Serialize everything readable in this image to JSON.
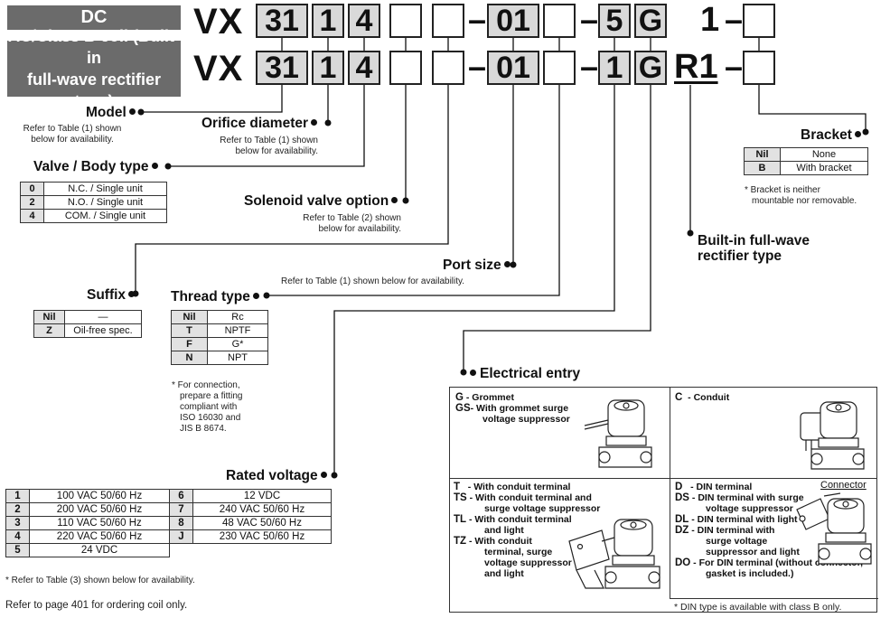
{
  "header": {
    "dc_label": "DC",
    "ac_label_1": "AC/Class B coil (Built-in",
    "ac_label_2": "full-wave rectifier type)"
  },
  "code_dc": {
    "prefix": "VX",
    "c1": "31",
    "c2": "1",
    "c3": "4",
    "dash1": "–",
    "c4": "01",
    "dash2": "–",
    "c5": "5",
    "c6": "G",
    "c7": "1",
    "dash3": "–"
  },
  "code_ac": {
    "prefix": "VX",
    "c1": "31",
    "c2": "1",
    "c3": "4",
    "dash1": "–",
    "c4": "01",
    "dash2": "–",
    "c5": "1",
    "c6": "G",
    "c7": "R1",
    "dash3": "–"
  },
  "model": {
    "title": "Model",
    "note1": "Refer to Table (1) shown",
    "note2": "below for availability."
  },
  "orifice": {
    "title": "Orifice diameter",
    "note1": "Refer to Table (1) shown",
    "note2": "below for availability."
  },
  "valve_body": {
    "title": "Valve / Body type",
    "rows": [
      {
        "k": "0",
        "v": "N.C. / Single unit"
      },
      {
        "k": "2",
        "v": "N.O. / Single unit"
      },
      {
        "k": "4",
        "v": "COM. / Single unit"
      }
    ]
  },
  "solenoid_option": {
    "title": "Solenoid valve option",
    "note1": "Refer to Table (2) shown",
    "note2": "below for availability."
  },
  "port_size": {
    "title": "Port size",
    "note": "Refer to Table (1) shown below for availability."
  },
  "suffix": {
    "title": "Suffix",
    "rows": [
      {
        "k": "Nil",
        "v": "—"
      },
      {
        "k": "Z",
        "v": "Oil-free spec."
      }
    ]
  },
  "thread": {
    "title": "Thread type",
    "rows": [
      {
        "k": "Nil",
        "v": "Rc"
      },
      {
        "k": "T",
        "v": "NPTF"
      },
      {
        "k": "F",
        "v": "G*"
      },
      {
        "k": "N",
        "v": "NPT"
      }
    ],
    "note": [
      "* For connection,",
      "prepare a fitting",
      "compliant with",
      "ISO 16030 and",
      "JIS B 8674."
    ]
  },
  "bracket": {
    "title": "Bracket",
    "rows": [
      {
        "k": "Nil",
        "v": "None"
      },
      {
        "k": "B",
        "v": "With bracket"
      }
    ],
    "note1": "* Bracket is neither",
    "note2": "mountable nor removable."
  },
  "rectifier": {
    "title1": "Built-in full-wave",
    "title2": "rectifier type"
  },
  "rated_voltage": {
    "title": "Rated voltage",
    "rows": [
      {
        "k1": "1",
        "v1": "100 VAC 50/60 Hz",
        "k2": "6",
        "v2": "12 VDC"
      },
      {
        "k1": "2",
        "v1": "200 VAC 50/60 Hz",
        "k2": "7",
        "v2": "240 VAC 50/60 Hz"
      },
      {
        "k1": "3",
        "v1": "110 VAC 50/60 Hz",
        "k2": "8",
        "v2": "48 VAC 50/60 Hz"
      },
      {
        "k1": "4",
        "v1": "220 VAC 50/60 Hz",
        "k2": "J",
        "v2": "230 VAC 50/60 Hz"
      },
      {
        "k1": "5",
        "v1": "24 VDC",
        "k2": "",
        "v2": ""
      }
    ],
    "note": "* Refer to Table (3) shown below for availability."
  },
  "footer_note": "Refer to page 401 for ordering coil only.",
  "electrical_entry": {
    "title": "Electrical entry",
    "g": [
      "G",
      "- Grommet"
    ],
    "gs": [
      "GS",
      "- With grommet surge"
    ],
    "gs2": "voltage suppressor",
    "c": [
      "C",
      "- Conduit"
    ],
    "t": [
      "T",
      "- With conduit terminal"
    ],
    "ts": [
      "TS",
      "- With conduit terminal and"
    ],
    "ts2": "surge voltage suppressor",
    "tl": [
      "TL",
      "- With conduit terminal"
    ],
    "tl2": "and light",
    "tz": [
      "TZ",
      "- With conduit"
    ],
    "tz2": "terminal, surge",
    "tz3": "voltage suppressor",
    "tz4": "and light",
    "d": [
      "D",
      "- DIN terminal"
    ],
    "connector": "Connector",
    "ds": [
      "DS",
      "- DIN terminal with surge"
    ],
    "ds2": "voltage suppressor",
    "dl": [
      "DL",
      "- DIN terminal with light"
    ],
    "dz": [
      "DZ",
      "- DIN terminal with"
    ],
    "dz2": "surge voltage",
    "dz3": "suppressor and light",
    "do": [
      "DO",
      "- For DIN terminal (without connector,"
    ],
    "do2": "gasket is included.)",
    "note": "* DIN type is available with class B only."
  }
}
